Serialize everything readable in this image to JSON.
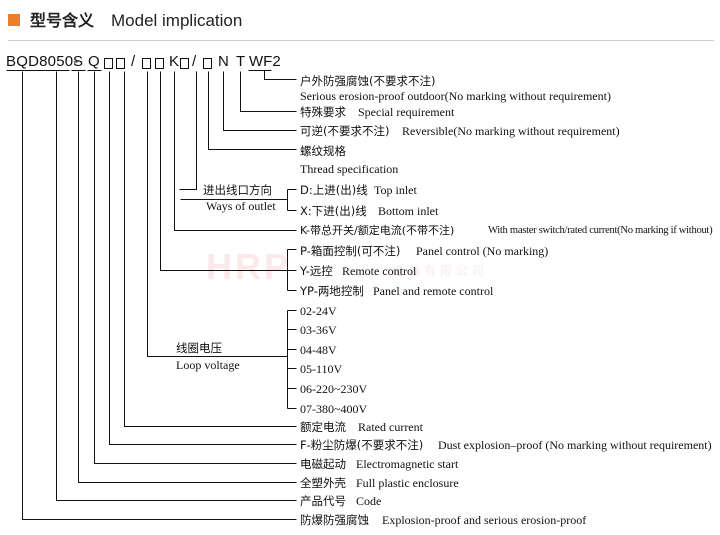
{
  "header": {
    "title_zh": "型号含义",
    "title_en": "Model implication",
    "accent_color": "#ee7d2a"
  },
  "watermark": {
    "logo_text": "HRP",
    "company_text": "电器有限公司"
  },
  "model_code": {
    "prefix": "BQD8050-",
    "s": "S",
    "q": "Q",
    "slash1": "/",
    "k": "K",
    "slash2": "/",
    "n": "N",
    "t": "T",
    "wf2": "WF2"
  },
  "items": [
    {
      "zh": "户外防强腐蚀(不要求不注)",
      "en": "Serious erosion-proof outdoor(No marking without requirement)"
    },
    {
      "zh": "特殊要求",
      "en": "Special requirement"
    },
    {
      "zh": "可逆(不要求不注)",
      "en": "Reversible(No marking without requirement)"
    },
    {
      "zh": "螺纹规格",
      "en": "Thread specification"
    },
    {
      "zh": "进出线口方向",
      "en": "Ways of outlet"
    },
    {
      "zh": "D:上进(出)线",
      "en": "Top inlet"
    },
    {
      "zh": "X:下进(出)线",
      "en": "Bottom inlet"
    },
    {
      "zh": "K-带总开关/额定电流(不带不注)",
      "en": "With master switch/rated current(No marking if without)"
    },
    {
      "zh": "P-箱面控制(可不注)",
      "en": "Panel control (No marking)"
    },
    {
      "zh": "Y-远控",
      "en": "Remote control"
    },
    {
      "zh": "YP-两地控制",
      "en": "Panel and remote control"
    },
    {
      "zh": "线圈电压",
      "en": "Loop voltage"
    },
    {
      "zh": "额定电流",
      "en": "Rated current"
    },
    {
      "zh": "F-粉尘防爆(不要求不注)",
      "en": "Dust explosion–proof (No marking without requirement)"
    },
    {
      "zh": "电磁起动",
      "en": "Electromagnetic start"
    },
    {
      "zh": "全塑外壳",
      "en": "Full plastic enclosure"
    },
    {
      "zh": "产品代号",
      "en": "Code"
    },
    {
      "zh": "防爆防强腐蚀",
      "en": "Explosion-proof and serious erosion-proof"
    }
  ],
  "voltages": [
    "02-24V",
    "03-36V",
    "04-48V",
    "05-110V",
    "06-220~230V",
    "07-380~400V"
  ]
}
